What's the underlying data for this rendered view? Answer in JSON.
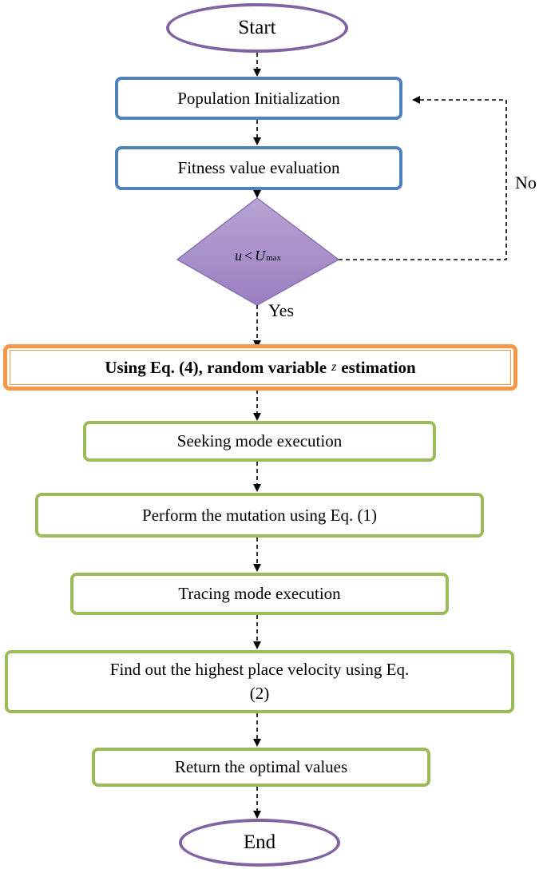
{
  "nodes": {
    "start": "Start",
    "population_init": "Population Initialization",
    "fitness_eval": "Fitness value evaluation",
    "decision": {
      "var": "u",
      "op": "<",
      "bound": "U",
      "bound_sub": "max"
    },
    "using_eq_before": "Using Eq. (4), random variable",
    "using_eq_var": "z",
    "using_eq_after": "estimation",
    "seeking": "Seeking mode execution",
    "mutation": "Perform the mutation using Eq. (1)",
    "tracing": "Tracing mode execution",
    "velocity_line1": "Find out the highest place velocity using Eq.",
    "velocity_line2": "(2)",
    "return_optimal": "Return the optimal values",
    "end": "End"
  },
  "edge_labels": {
    "no": "No",
    "yes": "Yes"
  },
  "colors": {
    "terminal": "#8064a2",
    "process_blue": "#4f81bd",
    "process_green": "#9bbb59",
    "highlight": "#f79646",
    "decision_fill": "#a58cc4"
  }
}
